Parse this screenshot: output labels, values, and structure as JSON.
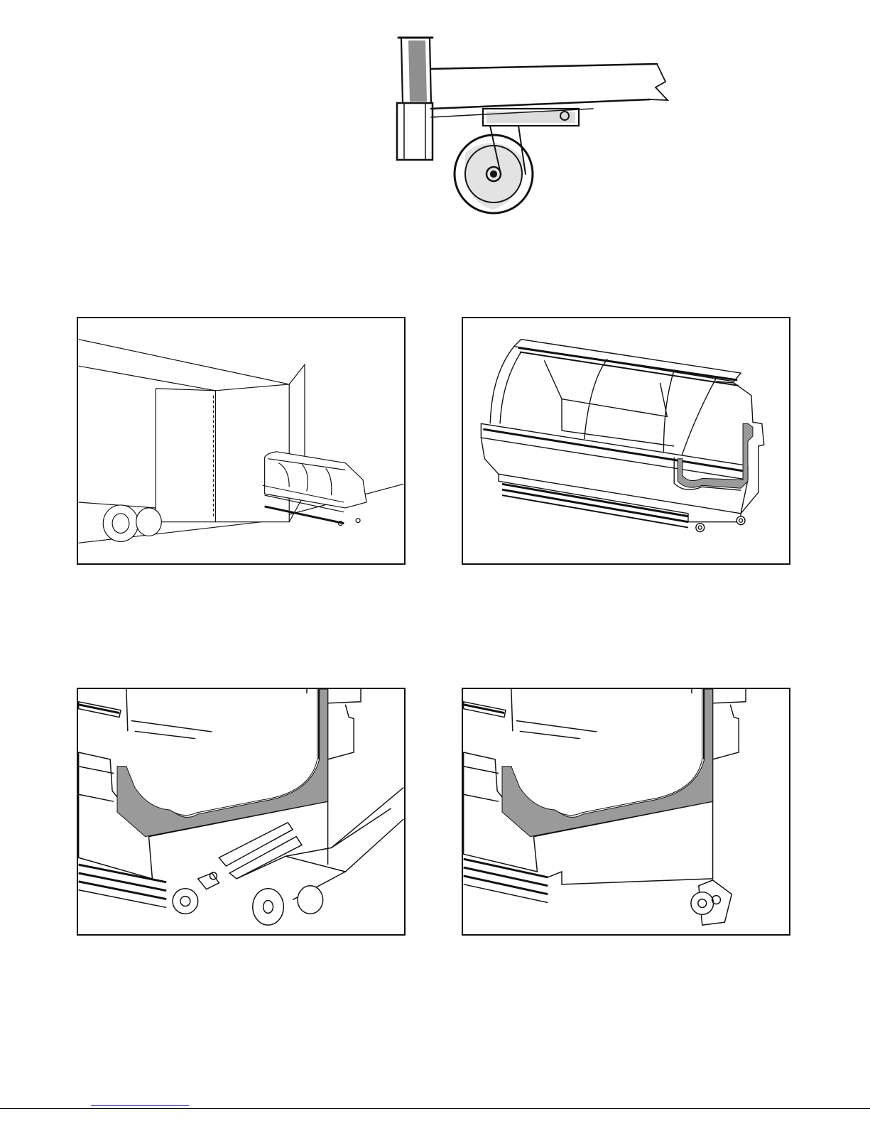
{
  "figures": [
    {
      "id": "caster-closeup",
      "caption": ""
    },
    {
      "id": "unloading-from-truck",
      "caption": ""
    },
    {
      "id": "display-case-overview",
      "caption": ""
    },
    {
      "id": "removing-caster-with-pliers",
      "caption": ""
    },
    {
      "id": "caster-removed",
      "caption": ""
    }
  ],
  "colors": {
    "line": "#111111",
    "gasket": "#9a9a9a",
    "page": "#ffffff",
    "footer_rule": "#1a1aff"
  }
}
